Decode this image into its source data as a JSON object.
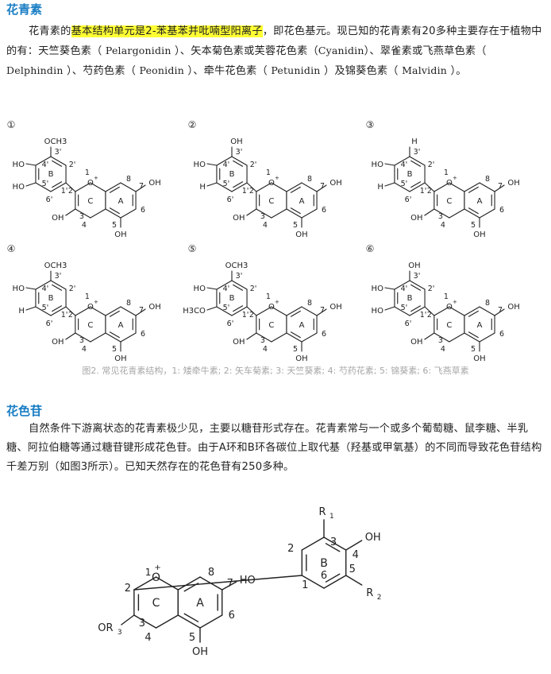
{
  "section1": {
    "title": "花青素",
    "p_start": "花青素的",
    "p_highlight": "基本结构单元是2-苯基苯并吡喃型阳离子",
    "p_mid1": "，即花色基元。现已知的花青素有20多种主要存在于植物中的有：天竺葵色素（",
    "pelargonidin": "Pelargonidin",
    "p_mid2": "）、矢本菊色素或芙蓉花色素（",
    "cyanidin": "Cyanidin",
    "p_mid3": "）、翠雀素或飞燕草色素（",
    "delphindin": "Delphindin",
    "p_mid4": "）、芍药色素（",
    "peonidin": "Peonidin",
    "p_mid5": "）、牵牛花色素（",
    "petunidin": "Petunidin",
    "p_mid6": "）及锦葵色素（",
    "malvidin": "Malvidin",
    "p_end": "）。"
  },
  "figure2": {
    "caption": "图2. 常见花青素结构，1: 矮牵牛素; 2: 矢车菊素; 3: 天竺葵素; 4: 芍药花素; 5: 锦葵素; 6: 飞燕草素",
    "panels": [
      {
        "num": "①",
        "top": "OCH3",
        "s3": "3'",
        "s4": "4'",
        "s5": "5'",
        "sub4": "HO",
        "sub5": "HO"
      },
      {
        "num": "②",
        "top": "OH",
        "s3": "3'",
        "s4": "4'",
        "s5": "5'",
        "sub4": "HO",
        "sub5": "H"
      },
      {
        "num": "③",
        "top": "H",
        "s3": "3'",
        "s4": "4'",
        "s5": "5'",
        "sub4": "HO",
        "sub5": "H"
      },
      {
        "num": "④",
        "top": "OCH3",
        "s3": "3'",
        "s4": "4'",
        "s5": "5'",
        "sub4": "HO",
        "sub5": "H"
      },
      {
        "num": "⑤",
        "top": "OCH3",
        "s3": "3'",
        "s4": "4'",
        "s5": "5'",
        "sub4": "HO",
        "sub5": "H3CO"
      },
      {
        "num": "⑥",
        "top": "OH",
        "s3": "3'",
        "s4": "4'",
        "s5": "5'",
        "sub4": "HO",
        "sub5": "HO"
      }
    ],
    "common": {
      "ringB": "B",
      "ringC": "C",
      "ringA": "A",
      "n2p": "2'",
      "n6p": "6'",
      "n1p": "1'",
      "n1": "1",
      "oplus": "O",
      "plus": "+",
      "n2": "2",
      "n3": "3",
      "n4": "4",
      "n5": "5",
      "n6": "6",
      "n7": "7",
      "n8": "8",
      "oh3": "OH",
      "oh5": "OH",
      "oh7": "OH"
    }
  },
  "section2": {
    "title": "花色苷",
    "paragraph": "自然条件下游离状态的花青素极少见，主要以糖苷形式存在。花青素常与一个或多个葡萄糖、鼠李糖、半乳糖、阿拉伯糖等通过糖苷键形成花色苷。由于A环和B环各碳位上取代基（羟基或甲氧基）的不同而导致花色苷结构千差万别（如图3所示）。已知天然存在的花色苷有250多种。"
  },
  "figure3": {
    "R1": "R",
    "R1sub": "1",
    "R2": "R",
    "R2sub": "2",
    "OR3": "OR",
    "R3sub": "3",
    "OH_B": "OH",
    "HO_A": "HO",
    "OH_bottom": "OH",
    "O": "O",
    "plus": "+",
    "one": "1",
    "ringA": "A",
    "ringB": "B",
    "ringC": "C",
    "n1": "1",
    "n2": "2",
    "n3": "3",
    "n4": "4",
    "n5": "5",
    "n6": "6",
    "n7": "7",
    "n8": "8",
    "B2": "2",
    "B3": "3",
    "B4": "4",
    "B5": "5",
    "B6": "6",
    "C2": "2",
    "C3": "3"
  }
}
